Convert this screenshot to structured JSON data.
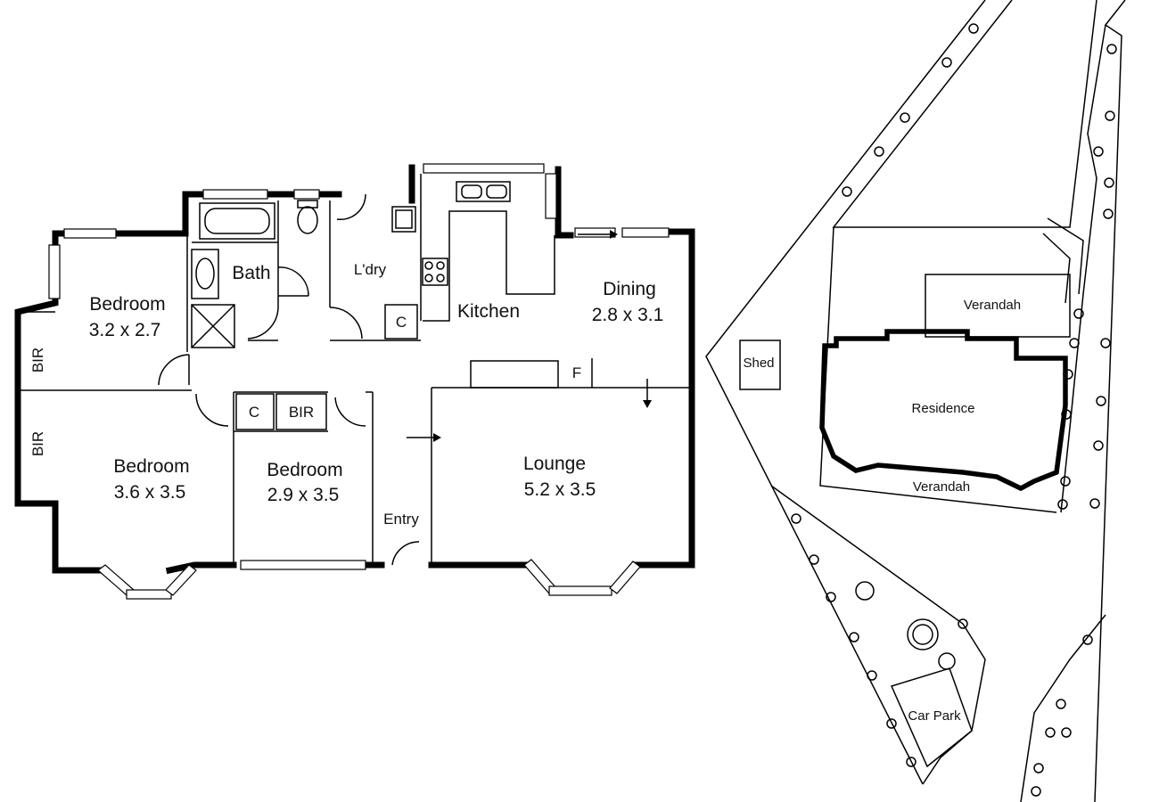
{
  "floor_plan": {
    "rooms": {
      "bedroom1": {
        "name": "Bedroom",
        "size": "3.2 x 2.7"
      },
      "bedroom2": {
        "name": "Bedroom",
        "size": "3.6 x 3.5"
      },
      "bedroom3": {
        "name": "Bedroom",
        "size": "2.9 x 3.5"
      },
      "bath": {
        "name": "Bath"
      },
      "laundry": {
        "name": "L'dry"
      },
      "kitchen": {
        "name": "Kitchen"
      },
      "dining": {
        "name": "Dining",
        "size": "2.8 x 3.1"
      },
      "lounge": {
        "name": "Lounge",
        "size": "5.2 x 3.5"
      },
      "entry": {
        "name": "Entry"
      }
    },
    "fixtures": {
      "bir1": "BIR",
      "bir2": "BIR",
      "bir3": "BIR",
      "cupboard1": "C",
      "cupboard2": "C",
      "fireplace": "F"
    }
  },
  "site_plan": {
    "shed": "Shed",
    "verandah_top": "Verandah",
    "residence": "Residence",
    "verandah_bottom": "Verandah",
    "car_park": "Car Park"
  }
}
